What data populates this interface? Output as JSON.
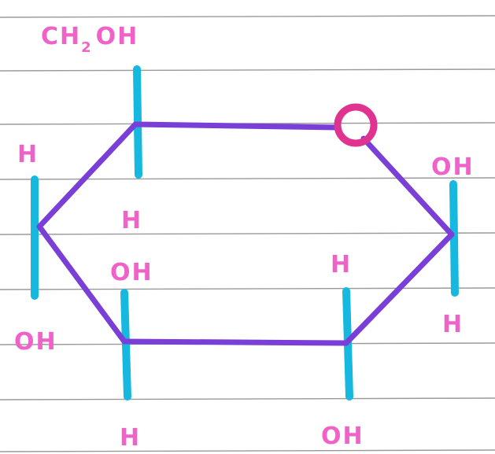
{
  "colors": {
    "ring": "#7a3fd6",
    "bond": "#17b8e0",
    "oxygen": "#e0338f",
    "label": "#ef62c8",
    "rule": "#9a9a9a"
  },
  "labels": {
    "c5_top": "CH",
    "c5_top_sub": "2",
    "c5_top_tail": "OH",
    "c5_bottom": "H",
    "c4_top": "H",
    "c4_bottom": "OH",
    "c3_top": "OH",
    "c3_bottom": "H",
    "c2_top": "H",
    "c2_bottom": "OH",
    "c1_top": "OH",
    "c1_bottom": "H"
  }
}
